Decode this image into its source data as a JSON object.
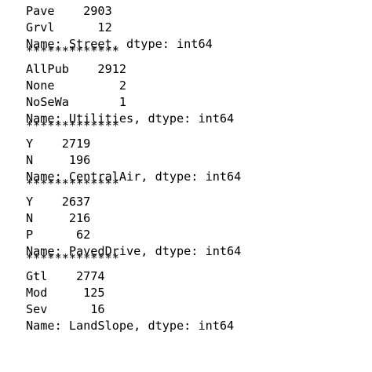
{
  "output": {
    "blocks": [
      {
        "rows": [
          "Pave    2903",
          "Grvl      12"
        ],
        "footer": "Name: Street, dtype: int64",
        "separator": "*************"
      },
      {
        "rows": [
          "AllPub    2912",
          "None         2",
          "NoSeWa       1"
        ],
        "footer": "Name: Utilities, dtype: int64",
        "separator": "*************"
      },
      {
        "rows": [
          "Y    2719",
          "N     196"
        ],
        "footer": "Name: CentralAir, dtype: int64",
        "separator": "*************"
      },
      {
        "rows": [
          "Y    2637",
          "N     216",
          "P      62"
        ],
        "footer": "Name: PavedDrive, dtype: int64",
        "separator": "*************"
      },
      {
        "rows": [
          "Gtl    2774",
          "Mod     125",
          "Sev      16"
        ],
        "footer": "Name: LandSlope, dtype: int64"
      }
    ]
  }
}
